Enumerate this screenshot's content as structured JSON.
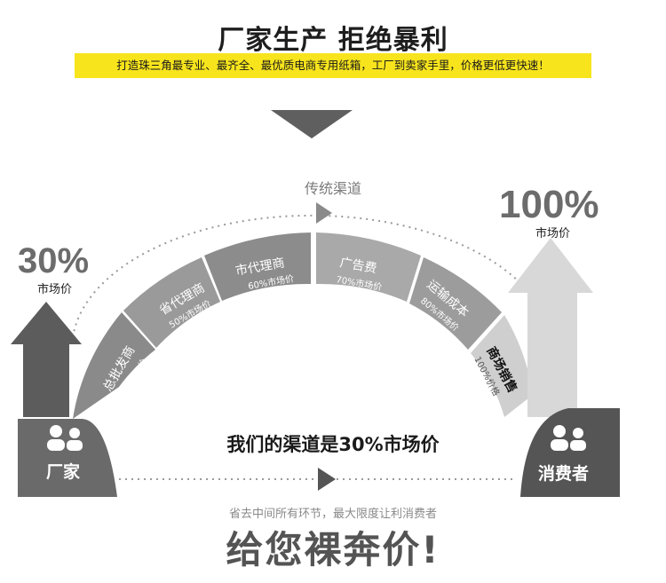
{
  "header": {
    "title": "厂家生产 拒绝暴利",
    "banner": "打造珠三角最专业、最齐全、最优质电商专用纸箱，工厂到卖家手里，价格更低更快速！"
  },
  "channel_label": "传统渠道",
  "left": {
    "percent": "30%",
    "sub": "市场价",
    "box_label": "厂家"
  },
  "right": {
    "percent": "100%",
    "sub": "市场价",
    "box_label": "消费者"
  },
  "segments": [
    {
      "name": "总批发商",
      "pct": "40%市场价"
    },
    {
      "name": "省代理商",
      "pct": "50%市场价"
    },
    {
      "name": "市代理商",
      "pct": "60%市场价"
    },
    {
      "name": "广告费",
      "pct": "70%市场价"
    },
    {
      "name": "运输成本",
      "pct": "80%市场价"
    },
    {
      "name": "商场销售",
      "pct": "100%价格"
    }
  ],
  "tagline": "我们的渠道是30%市场价",
  "subline": "省去中间所有环节，最大限度让利消费者",
  "slogan": "给您裸奔价!",
  "colors": {
    "banner": "#f7e41c",
    "dark_gray": "#6e6e6e",
    "mid_gray": "#9a9a9a",
    "light_gray": "#c8c8c8"
  }
}
